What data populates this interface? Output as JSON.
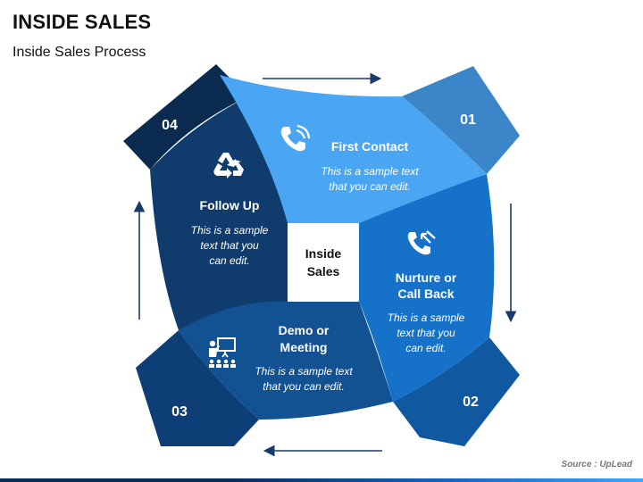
{
  "header": {
    "title": "INSIDE SALES",
    "subtitle": "Inside Sales Process"
  },
  "center": {
    "line1": "Inside",
    "line2": "Sales"
  },
  "steps": [
    {
      "number": "01",
      "title_line1": "First Contact",
      "title_line2": "",
      "desc_line1": "This is a sample text",
      "desc_line2": "that you can edit.",
      "desc_line3": "",
      "icon": "phone-icon"
    },
    {
      "number": "02",
      "title_line1": "Nurture or",
      "title_line2": "Call Back",
      "desc_line1": "This is a sample",
      "desc_line2": "text that you",
      "desc_line3": "can edit.",
      "icon": "phone-callback-icon"
    },
    {
      "number": "03",
      "title_line1": "Demo or",
      "title_line2": "Meeting",
      "desc_line1": "This is a sample text",
      "desc_line2": "that you can edit.",
      "desc_line3": "",
      "icon": "presentation-icon"
    },
    {
      "number": "04",
      "title_line1": "Follow Up",
      "title_line2": "",
      "desc_line1": "This is a sample",
      "desc_line2": "text that you",
      "desc_line3": "can edit.",
      "icon": "recycle-icon"
    }
  ],
  "colors": {
    "step1": "#4aa6f2",
    "step1_tab": "#3a86c8",
    "step2": "#1572c8",
    "step2_tab": "#1058a0",
    "step3": "#125192",
    "step3_tab": "#0d3f76",
    "step4": "#0f3c6c",
    "step4_tab": "#0a2a4f",
    "arrow": "#1a3a6b"
  },
  "footer": {
    "source": "Source : UpLead"
  }
}
